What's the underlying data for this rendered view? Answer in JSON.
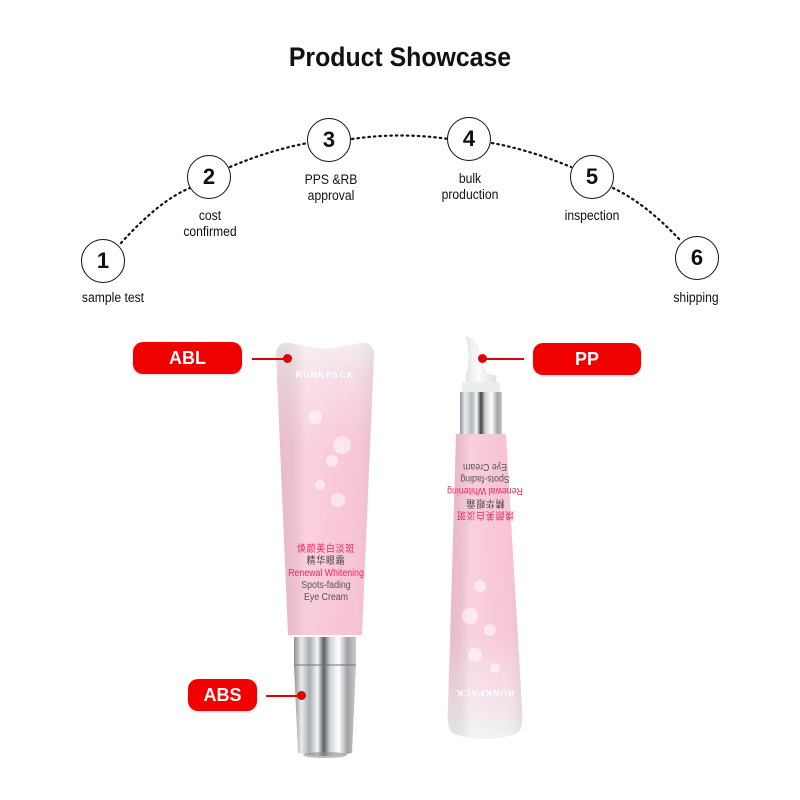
{
  "page": {
    "title": "Product Showcase"
  },
  "process": {
    "steps": [
      {
        "number": "1",
        "label": "sample test"
      },
      {
        "number": "2",
        "label": "cost\nconfirmed",
        "line1": "cost",
        "line2": "confirmed"
      },
      {
        "number": "3",
        "label": "PPS &RB approval",
        "line1": "PPS &RB",
        "line2": "approval"
      },
      {
        "number": "4",
        "label": "bulk production",
        "line1": "bulk",
        "line2": "production"
      },
      {
        "number": "5",
        "label": "inspection"
      },
      {
        "number": "6",
        "label": "shipping"
      }
    ]
  },
  "products": {
    "left_tube": {
      "tags": [
        {
          "label": "ABL",
          "part": "tube body"
        },
        {
          "label": "ABS",
          "part": "cap"
        }
      ],
      "brand": "RUNKPACK",
      "text_cn_1": "焕颜美白淡斑",
      "text_cn_2": "精华眼霜",
      "text_en_1": "Renewal Whitening",
      "text_en_2": "Spots-fading",
      "text_en_3": "Eye Cream"
    },
    "right_tube": {
      "tags": [
        {
          "label": "PP",
          "part": "applicator tip"
        }
      ],
      "brand": "RUNKPACK",
      "text_cn_1": "焕颜美白淡斑",
      "text_cn_2": "精华眼霜",
      "text_en_1": "Renewal Whitening",
      "text_en_2": "Spots-fading",
      "text_en_3": "Eye Cream"
    }
  },
  "colors": {
    "tag_red": "#f00000",
    "tube_pink": "#f9c6d6",
    "text_dark": "#111111"
  }
}
